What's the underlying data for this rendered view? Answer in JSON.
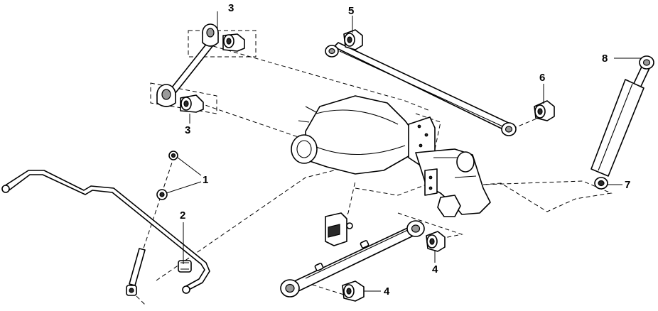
{
  "callouts": [
    {
      "id": "c1",
      "text": "1"
    },
    {
      "id": "c2",
      "text": "2"
    },
    {
      "id": "c3a",
      "text": "3"
    },
    {
      "id": "c3b",
      "text": "3"
    },
    {
      "id": "c4a",
      "text": "4"
    },
    {
      "id": "c4b",
      "text": "4"
    },
    {
      "id": "c5",
      "text": "5"
    },
    {
      "id": "c6",
      "text": "6"
    },
    {
      "id": "c7",
      "text": "7"
    },
    {
      "id": "c8",
      "text": "8"
    }
  ]
}
